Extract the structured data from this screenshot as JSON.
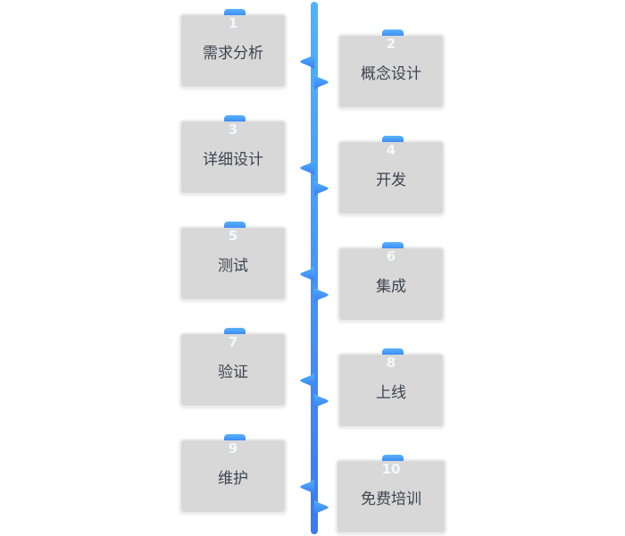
{
  "colors": {
    "line_top": "#4fb3ff",
    "line_bottom": "#3b7af0",
    "card_bg": "#d8d8d8",
    "tab": "#3d8ef5",
    "label": "#3e4550",
    "number": "#f4f7fb"
  },
  "steps": [
    {
      "num": "1",
      "label": "需求分析"
    },
    {
      "num": "2",
      "label": "概念设计"
    },
    {
      "num": "3",
      "label": "详细设计"
    },
    {
      "num": "4",
      "label": "开发"
    },
    {
      "num": "5",
      "label": "测试"
    },
    {
      "num": "6",
      "label": "集成"
    },
    {
      "num": "7",
      "label": "验证"
    },
    {
      "num": "8",
      "label": "上线"
    },
    {
      "num": "9",
      "label": "维护"
    },
    {
      "num": "10",
      "label": "免费培训"
    }
  ]
}
